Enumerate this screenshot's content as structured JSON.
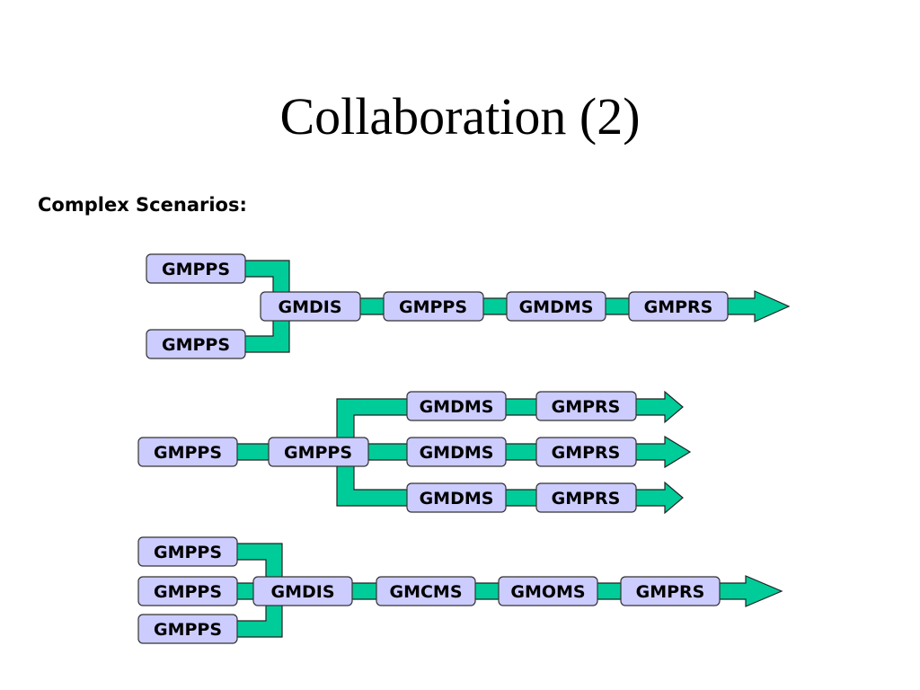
{
  "slide": {
    "title": "Collaboration (2)",
    "subtitle": "Complex Scenarios:"
  },
  "colors": {
    "node_fill": "#ccccff",
    "connector_fill": "#00cc99",
    "outline": "#333333"
  },
  "scenarios": [
    {
      "inputs": [
        "GMPPS",
        "GMPPS"
      ],
      "merge": "GMDIS",
      "chain": [
        "GMPPS",
        "GMDMS",
        "GMPRS"
      ]
    },
    {
      "start": [
        "GMPPS",
        "GMPPS"
      ],
      "branches": [
        [
          "GMDMS",
          "GMPRS"
        ],
        [
          "GMDMS",
          "GMPRS"
        ],
        [
          "GMDMS",
          "GMPRS"
        ]
      ]
    },
    {
      "inputs": [
        "GMPPS",
        "GMPPS",
        "GMPPS"
      ],
      "merge": "GMDIS",
      "chain": [
        "GMCMS",
        "GMOMS",
        "GMPRS"
      ]
    }
  ]
}
